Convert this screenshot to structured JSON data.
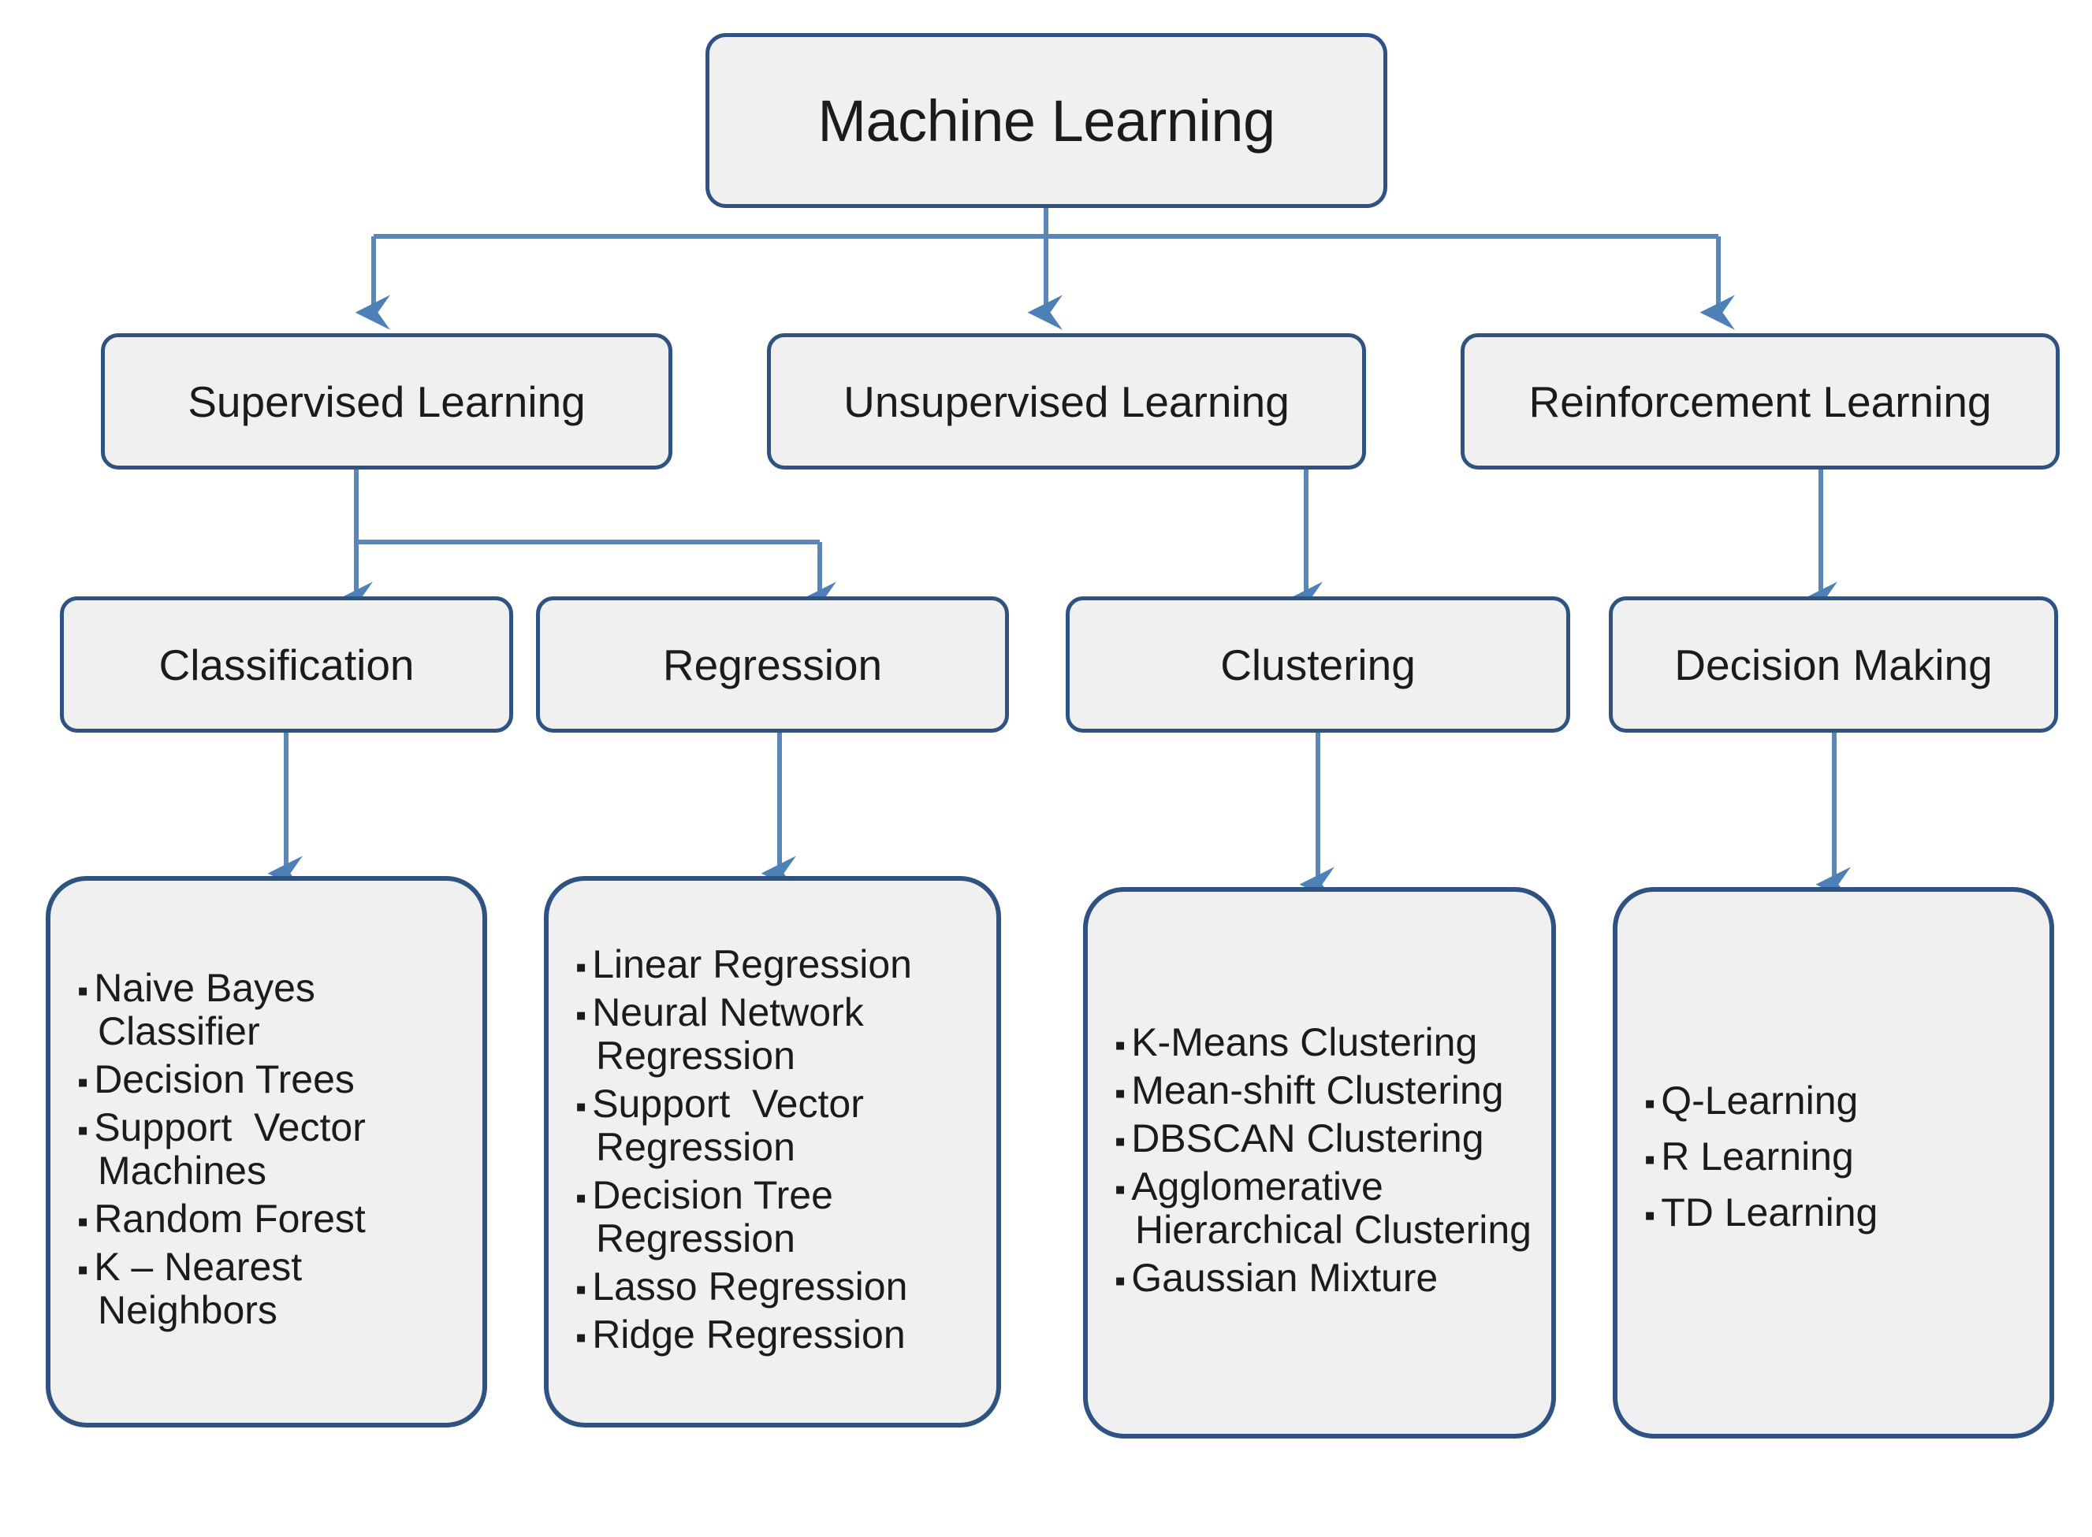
{
  "diagram": {
    "title": "Machine Learning taxonomy flowchart",
    "colors": {
      "box_border": "#2e5382",
      "box_fill": "#f0f0f0",
      "connector": "#5b86b8",
      "text": "#1b1b1b",
      "background": "#ffffff"
    },
    "root": {
      "label": "Machine Learning"
    },
    "level2": [
      {
        "label": "Supervised Learning"
      },
      {
        "label": "Unsupervised Learning"
      },
      {
        "label": "Reinforcement Learning"
      }
    ],
    "level3": [
      {
        "label": "Classification"
      },
      {
        "label": "Regression"
      },
      {
        "label": "Clustering"
      },
      {
        "label": "Decision Making"
      }
    ],
    "leaves": [
      {
        "parent": "Classification",
        "items": [
          "Naive Bayes Classifier",
          "Decision Trees",
          "Support  Vector Machines",
          "Random Forest",
          "K – Nearest Neighbors"
        ]
      },
      {
        "parent": "Regression",
        "items": [
          "Linear Regression",
          "Neural Network Regression",
          "Support  Vector Regression",
          "Decision Tree Regression",
          "Lasso Regression",
          "Ridge Regression"
        ]
      },
      {
        "parent": "Clustering",
        "items": [
          "K-Means Clustering",
          "Mean-shift Clustering",
          "DBSCAN Clustering",
          "Agglomerative Hierarchical Clustering",
          "Gaussian Mixture"
        ]
      },
      {
        "parent": "Decision Making",
        "items": [
          "Q-Learning",
          "R Learning",
          "TD Learning"
        ]
      }
    ]
  }
}
